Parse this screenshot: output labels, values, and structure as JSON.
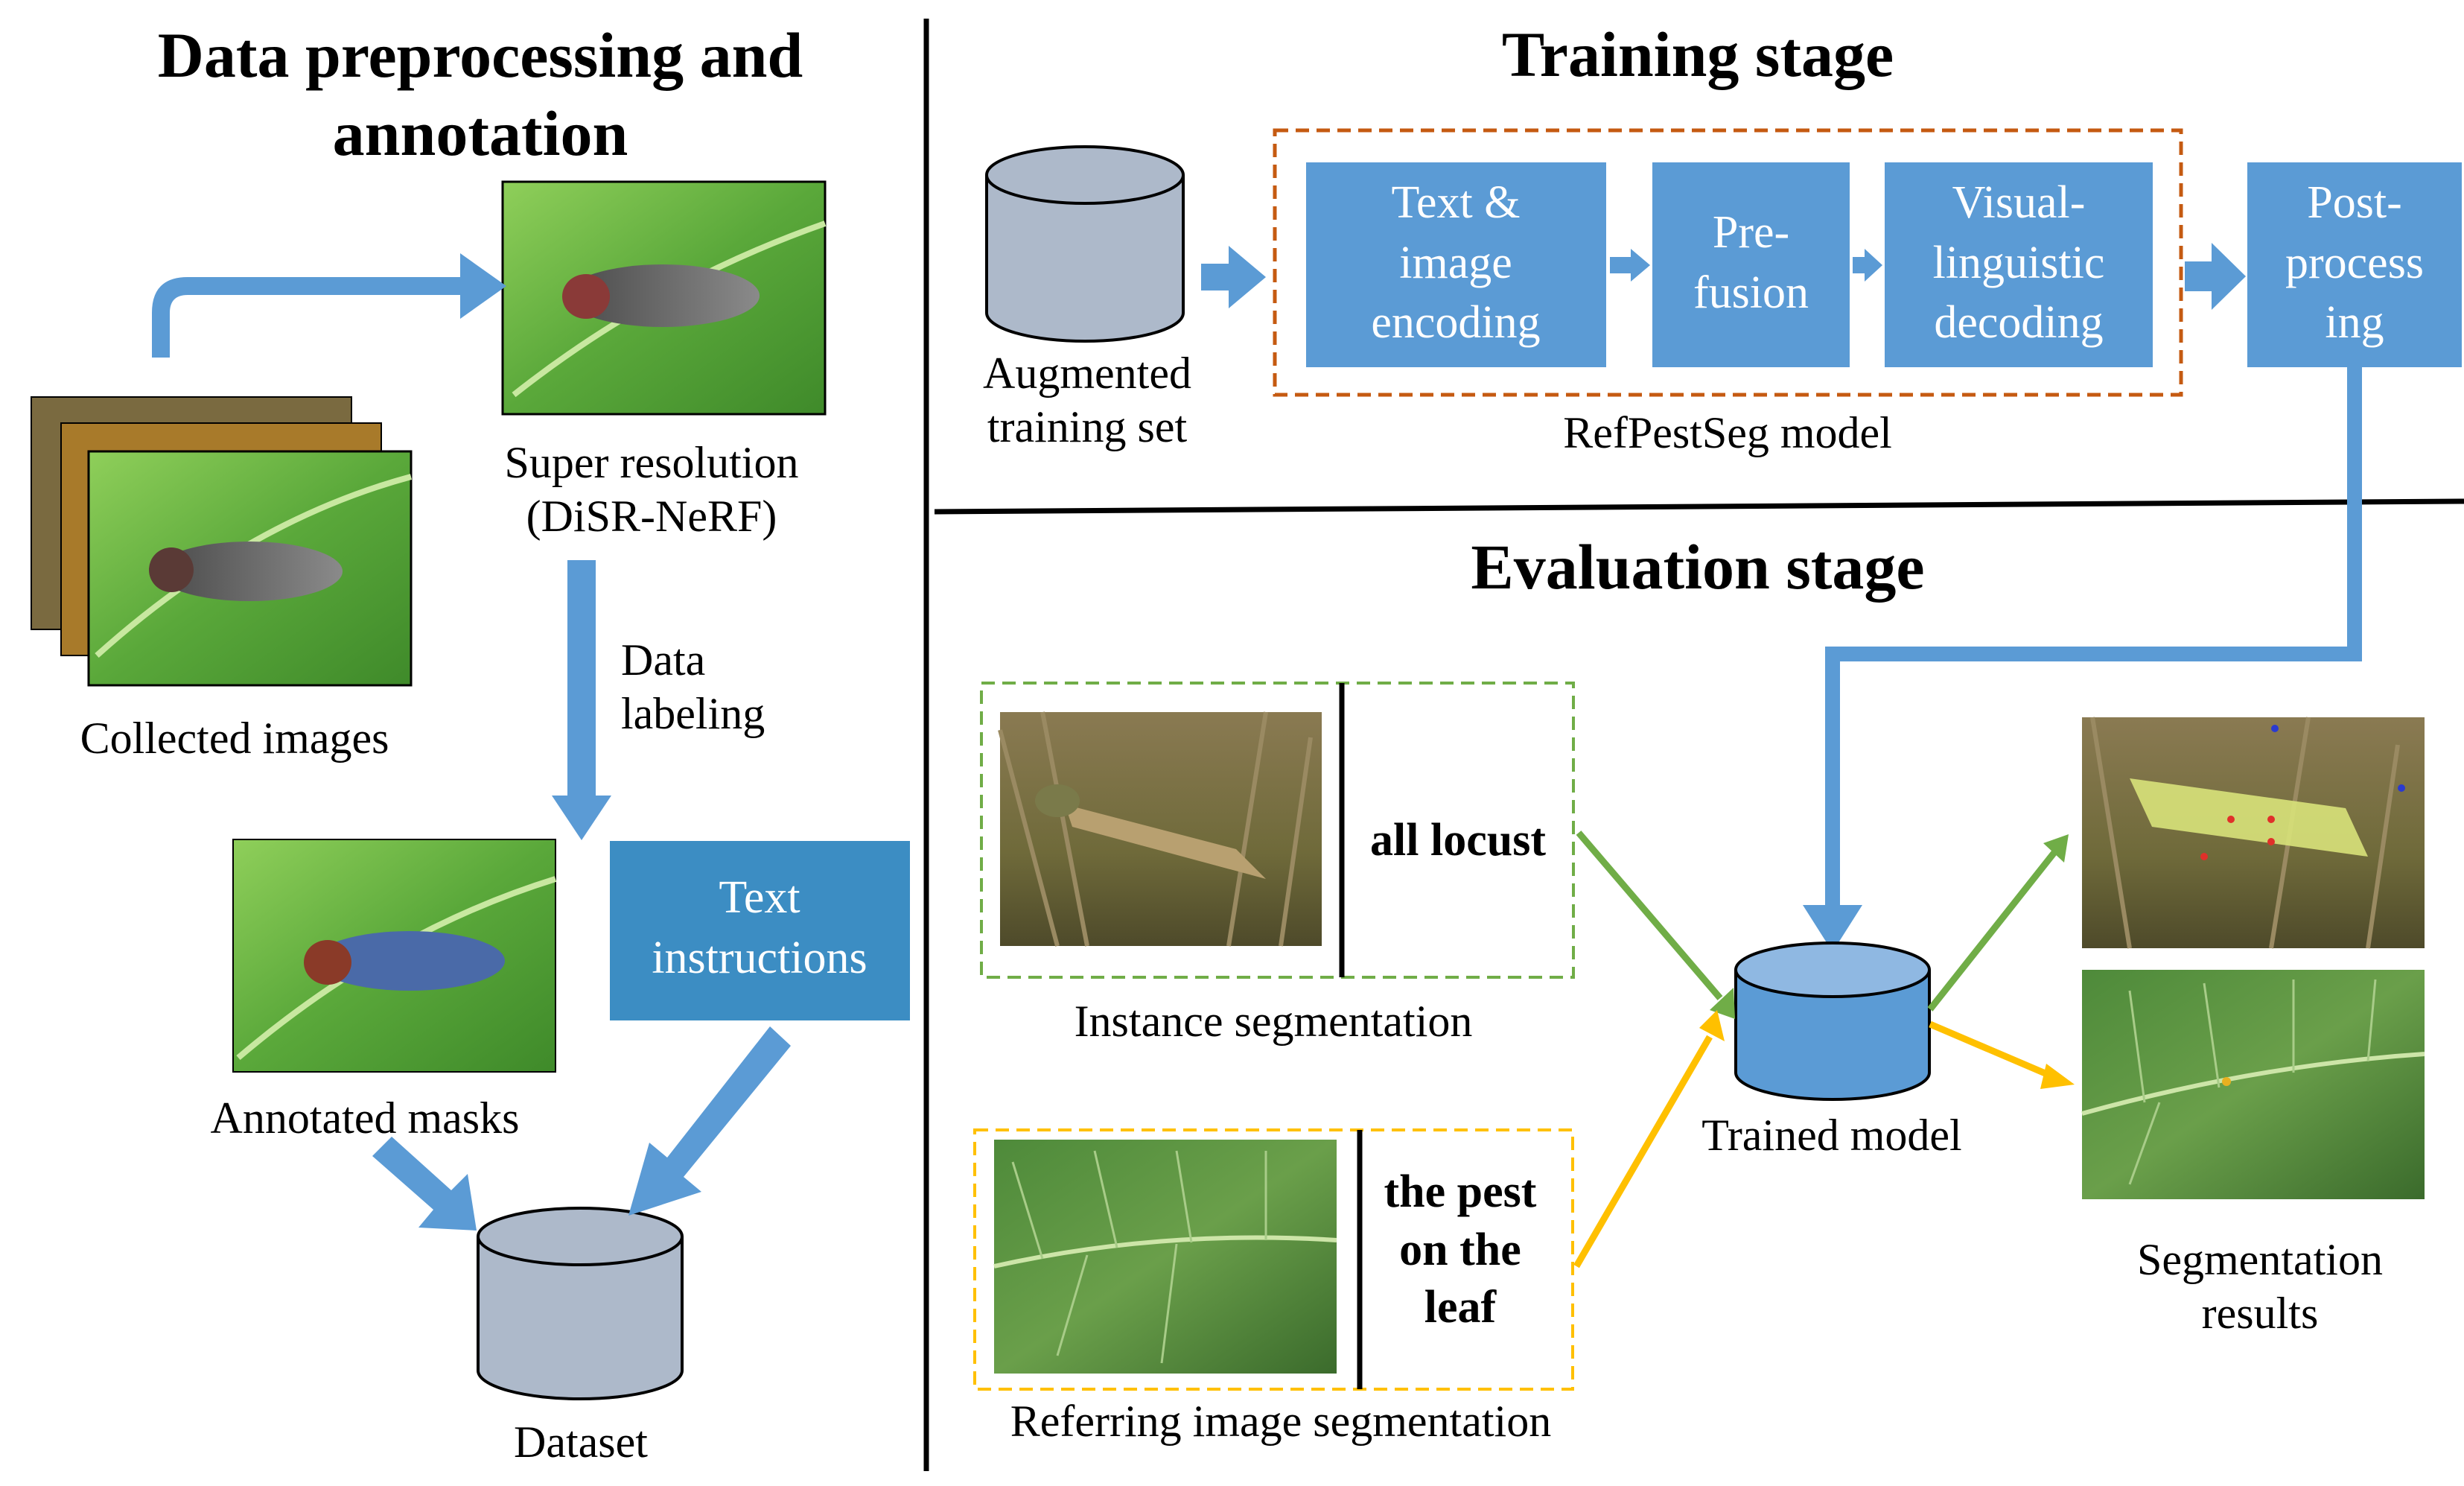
{
  "colors": {
    "blue_box": "#5B9BD5",
    "text_box_blue": "#3C8DC3",
    "cylinder_gray": "#ADB9CA",
    "cylinder_blue": "#5B9BD5",
    "dash_orange": "#C55A11",
    "dash_green": "#70AD47",
    "dash_yellow": "#FFC000",
    "arrow_blue": "#5B9BD5",
    "arrow_green": "#70AD47",
    "arrow_yellow": "#FFC000"
  },
  "left": {
    "title": "Data preprocessing and annotation",
    "collected_images": "Collected images",
    "super_resolution": "Super resolution (DiSR-NeRF)",
    "data_labeling": "Data labeling",
    "annotated_masks": "Annotated masks",
    "text_instructions": "Text instructions",
    "dataset": "Dataset"
  },
  "training": {
    "title": "Training stage",
    "augmented_set": "Augmented training set",
    "text_image_encoding": "Text & image encoding",
    "pre_fusion": "Pre- fusion",
    "visual_linguistic_decoding": "Visual- linguistic decoding",
    "post_processing": "Post- process ing",
    "model_name": "RefPestSeg model"
  },
  "evaluation": {
    "title": "Evaluation stage",
    "query_locust": "all locust",
    "instance_segmentation": "Instance segmentation",
    "query_leaf": "the pest on the leaf",
    "referring_segmentation": "Referring image segmentation",
    "trained_model": "Trained model",
    "segmentation_results": "Segmentation results"
  }
}
